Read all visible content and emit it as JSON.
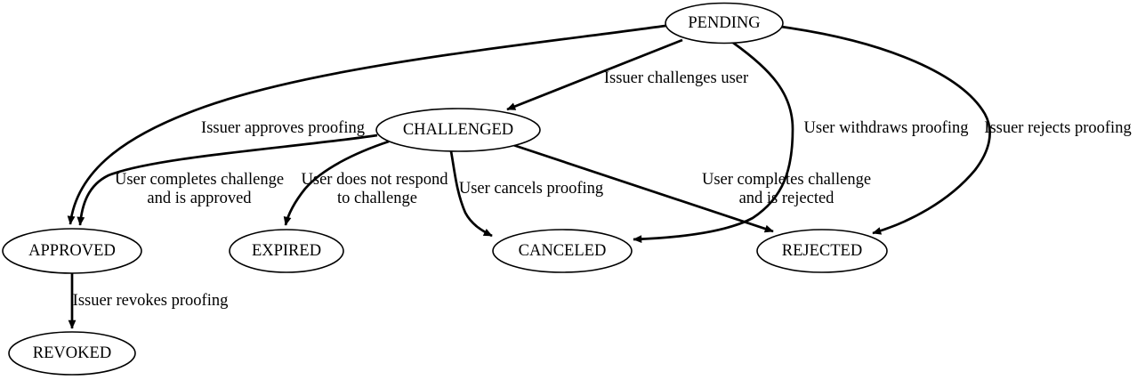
{
  "diagram": {
    "type": "state-machine-graph",
    "background_color": "#ffffff",
    "line_color": "#000000",
    "text_color": "#000000",
    "nodes": [
      {
        "id": "pending",
        "label": "PENDING"
      },
      {
        "id": "challenged",
        "label": "CHALLENGED"
      },
      {
        "id": "approved",
        "label": "APPROVED"
      },
      {
        "id": "expired",
        "label": "EXPIRED"
      },
      {
        "id": "canceled",
        "label": "CANCELED"
      },
      {
        "id": "rejected",
        "label": "REJECTED"
      },
      {
        "id": "revoked",
        "label": "REVOKED"
      }
    ],
    "edges": [
      {
        "from": "PENDING",
        "to": "CHALLENGED",
        "label_lines": [
          "Issuer challenges user"
        ]
      },
      {
        "from": "PENDING",
        "to": "APPROVED",
        "label_lines": [
          "Issuer approves proofing"
        ]
      },
      {
        "from": "PENDING",
        "to": "CANCELED",
        "label_lines": [
          "User withdraws proofing"
        ]
      },
      {
        "from": "PENDING",
        "to": "REJECTED",
        "label_lines": [
          "Issuer rejects proofing"
        ]
      },
      {
        "from": "CHALLENGED",
        "to": "APPROVED",
        "label_lines": [
          "User completes challenge",
          "and is approved"
        ]
      },
      {
        "from": "CHALLENGED",
        "to": "EXPIRED",
        "label_lines": [
          "User does not respond",
          "to challenge"
        ]
      },
      {
        "from": "CHALLENGED",
        "to": "CANCELED",
        "label_lines": [
          "User cancels proofing"
        ]
      },
      {
        "from": "CHALLENGED",
        "to": "REJECTED",
        "label_lines": [
          "User completes challenge",
          "and is rejected"
        ]
      },
      {
        "from": "APPROVED",
        "to": "REVOKED",
        "label_lines": [
          "Issuer revokes proofing"
        ]
      }
    ]
  }
}
